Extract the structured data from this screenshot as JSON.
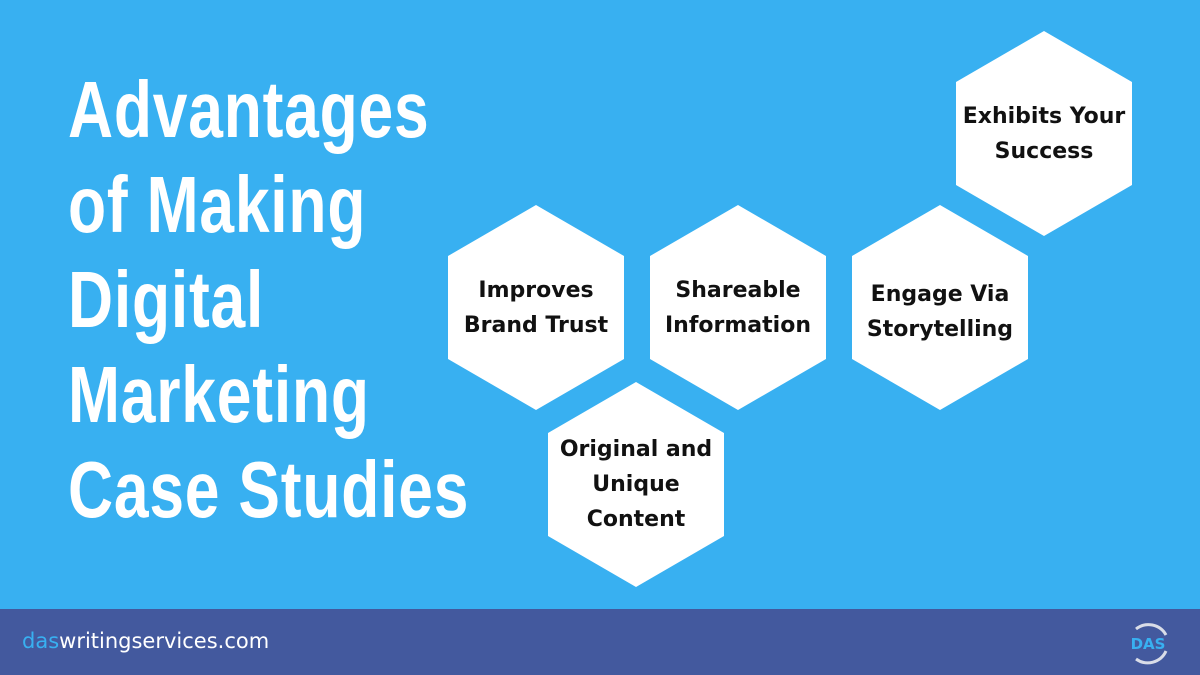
{
  "title_lines": [
    "Advantages",
    "of Making",
    "Digital",
    "Marketing",
    "Case Studies"
  ],
  "hexagons": [
    {
      "label": "Exhibits Your\nSuccess"
    },
    {
      "label": "Improves\nBrand Trust"
    },
    {
      "label": "Shareable\nInformation"
    },
    {
      "label": "Engage Via\nStorytelling"
    },
    {
      "label": "Original and\nUnique\nContent"
    }
  ],
  "footer": {
    "site_accent": "das",
    "site_rest": "writingservices.com",
    "logo_text": "DAS"
  },
  "colors": {
    "background": "#38b0f1",
    "footer": "#43599e",
    "hexagon": "#ffffff"
  }
}
